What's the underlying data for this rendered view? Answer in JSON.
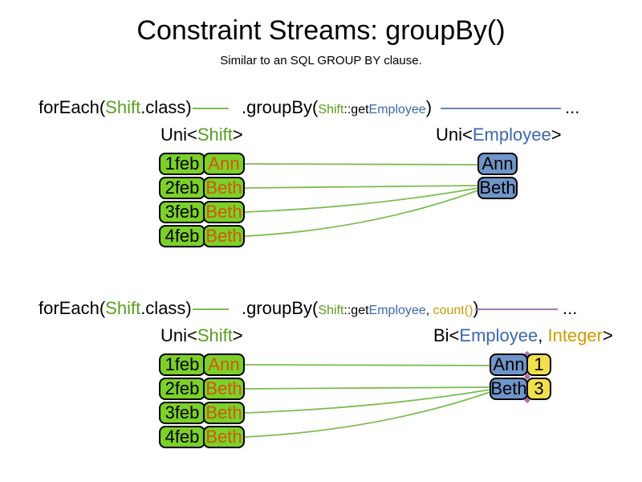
{
  "title": "Constraint Streams: groupBy()",
  "subtitle": "Similar to an SQL GROUP BY clause.",
  "colors": {
    "class_green_text": "#58a01e",
    "type_blue_text": "#3a68ae",
    "collector_gold_text": "#d09a00",
    "employee_orange_text": "#d2570f",
    "shift_box_green": "#7bd02a",
    "group_box_blue": "#6f95c9",
    "count_box_yellow": "#f2df4e",
    "flow_line_green": "#7cbd51",
    "flow_line_blue": "#6d87b7",
    "flow_line_purple": "#9a7bab",
    "connection_diamond_purple": "#b06aa5"
  },
  "sections": [
    {
      "code": {
        "foreach_pre": "forEach(",
        "foreach_class": "Shift",
        "foreach_post": ".class)",
        "groupby_pre": ".groupBy(",
        "arg1_class": "Shift",
        "arg1_accessor": "::get",
        "arg1_type": "Employee",
        "groupby_post": ")",
        "ellipsis": "..."
      },
      "left_type": {
        "pre": "Uni<",
        "param": "Shift",
        "post": ">"
      },
      "right_type": {
        "pre": "Uni<",
        "param": "Employee",
        "post": ">"
      },
      "shifts": [
        {
          "date": "1feb",
          "employee": "Ann"
        },
        {
          "date": "2feb",
          "employee": "Beth"
        },
        {
          "date": "3feb",
          "employee": "Beth"
        },
        {
          "date": "4feb",
          "employee": "Beth"
        }
      ],
      "groups": [
        {
          "employee": "Ann"
        },
        {
          "employee": "Beth"
        }
      ]
    },
    {
      "code": {
        "foreach_pre": "forEach(",
        "foreach_class": "Shift",
        "foreach_post": ".class)",
        "groupby_pre": ".groupBy(",
        "arg1_class": "Shift",
        "arg1_accessor": "::get",
        "arg1_type": "Employee",
        "args_separator": ", ",
        "arg2_collector": "count()",
        "groupby_post": ")",
        "ellipsis": "..."
      },
      "left_type": {
        "pre": "Uni<",
        "param": "Shift",
        "post": ">"
      },
      "right_type": {
        "pre": "Bi<",
        "param": "Employee",
        "separator": ", ",
        "param2": "Integer",
        "post": ">"
      },
      "shifts": [
        {
          "date": "1feb",
          "employee": "Ann"
        },
        {
          "date": "2feb",
          "employee": "Beth"
        },
        {
          "date": "3feb",
          "employee": "Beth"
        },
        {
          "date": "4feb",
          "employee": "Beth"
        }
      ],
      "groups": [
        {
          "employee": "Ann",
          "count": "1"
        },
        {
          "employee": "Beth",
          "count": "3"
        }
      ]
    }
  ]
}
